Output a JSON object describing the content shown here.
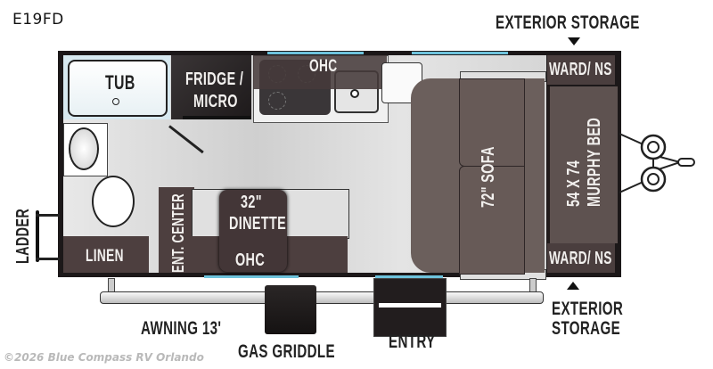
{
  "model": "E19FD",
  "labels": {
    "exterior_storage_top": "EXTERIOR STORAGE",
    "exterior_storage_bottom_line1": "EXTERIOR",
    "exterior_storage_bottom_line2": "STORAGE",
    "tub": "TUB",
    "fridge_line1": "FRIDGE /",
    "fridge_line2": "MICRO",
    "ohc_kitchen": "OHC",
    "ward_ns_top": "WARD/ NS",
    "ward_ns_bottom": "WARD/ NS",
    "sofa": "72\" SOFA",
    "bed_line1": "54 X 74",
    "bed_line2": "MURPHY BED",
    "dinette_line1": "32\"",
    "dinette_line2": "DINETTE",
    "ohc_dinette": "OHC",
    "ent_center": "ENT. CENTER",
    "linen": "LINEN",
    "ladder": "LADDER",
    "awning": "AWNING 13'",
    "gas_griddle": "GAS GRIDDLE",
    "entry": "ENTRY"
  },
  "watermark": "©2026 Blue Compass RV Orlando",
  "colors": {
    "shell": "#1c1819",
    "cabinet_brown": "#4d3f3f",
    "sofa_brown": "#6b5f5c",
    "window_blue": "#6ec3dc",
    "tub_blue": "#d7e9f0"
  }
}
